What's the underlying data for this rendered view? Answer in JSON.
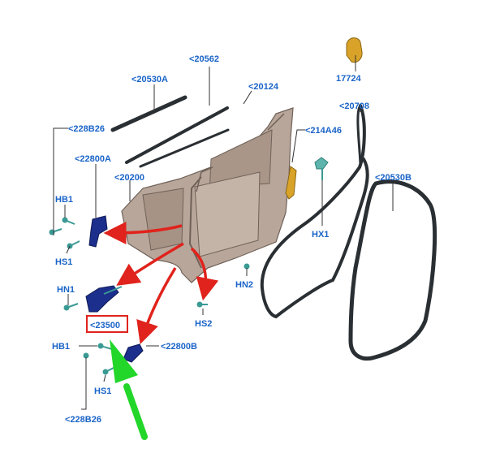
{
  "colors": {
    "label": "#1a64c8",
    "part_blue": "#1c2f8c",
    "teal": "#3a9a94",
    "arrow_red": "#e0231c",
    "highlight_box": "#e0231c",
    "arrow_green": "#22d62a",
    "door_fill": "#b8a69a",
    "seal": "#2a2f33",
    "bumper": "#d9a32a"
  },
  "labels": {
    "p20562": "<20562",
    "p20530A": "<20530A",
    "p20124": "<20124",
    "p17724": "17724",
    "p20708": "<20708",
    "p228B26_top": "<228B26",
    "p214A46": "<214A46",
    "p22800A": "<22800A",
    "p20200": "<20200",
    "p20530B": "<20530B",
    "HB1_top": "HB1",
    "HX1": "HX1",
    "HS1_top": "HS1",
    "HN2": "HN2",
    "HN1": "HN1",
    "HS2": "HS2",
    "p23500": "<23500",
    "HB1_bottom": "HB1",
    "p22800B": "<22800B",
    "HS1_bottom": "HS1",
    "p228B26_bottom": "<228B26"
  }
}
